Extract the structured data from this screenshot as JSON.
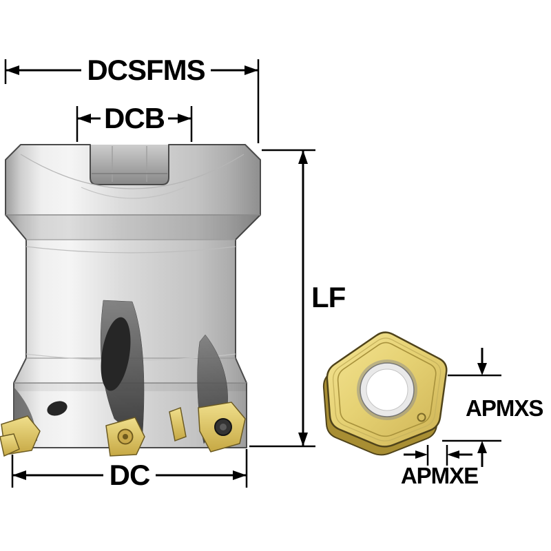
{
  "figure": {
    "background": "#ffffff",
    "description": "Technical dimension drawing of an indexable face milling cutter with a trigon carbide insert",
    "drawing_color": "#000000"
  },
  "colors": {
    "body_light": "#f5f5f5",
    "body_dark": "#8f8f8f",
    "outline": "#4a4a4a",
    "insert_yellow": "#e3cd6e",
    "insert_yellow_dark": "#a88e33",
    "flute_dark": "#2b2b2b",
    "hole_white": "#ffffff"
  },
  "dimensions": {
    "dcsfms": {
      "label": "DCSFMS"
    },
    "dcb": {
      "label": "DCB"
    },
    "lf": {
      "label": "LF"
    },
    "dc": {
      "label": "DC"
    },
    "apmxs": {
      "label": "APMXS"
    },
    "apmxe": {
      "label": "APMXE"
    }
  }
}
